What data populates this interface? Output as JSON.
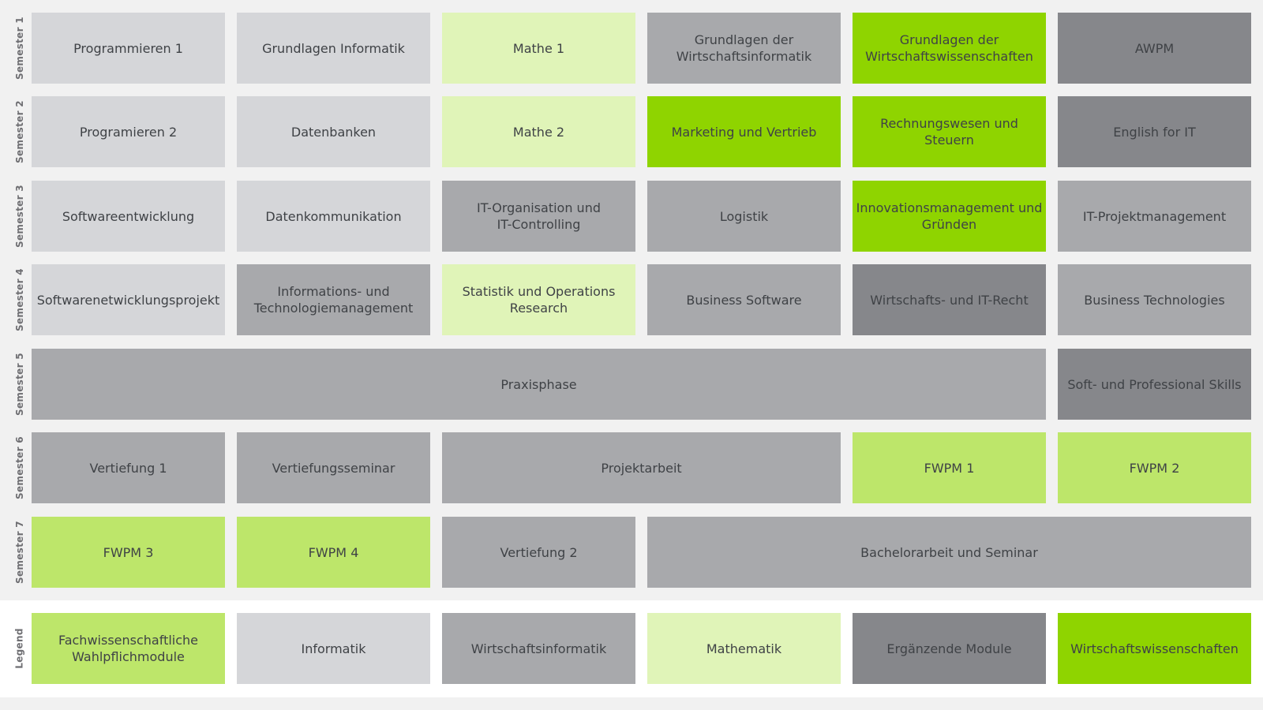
{
  "colors": {
    "fwpm": "#bde66a",
    "informatik": "#d5d6d9",
    "wirtschaftsinformatik": "#a8a9ac",
    "mathematik": "#e0f4b8",
    "ergaenzend": "#86878b",
    "wirtschaftswissenschaften": "#8fd400"
  },
  "rows": [
    {
      "label": "Semester 1",
      "cells": [
        {
          "text": "Programmieren 1",
          "cat": "informatik",
          "span": 1
        },
        {
          "text": "Grundlagen Informatik",
          "cat": "informatik",
          "span": 1
        },
        {
          "text": "Mathe 1",
          "cat": "mathematik",
          "span": 1
        },
        {
          "text": "Grundlagen der\nWirtschaftsinformatik",
          "cat": "wirtschaftsinformatik",
          "span": 1
        },
        {
          "text": "Grundlagen der\nWirtschaftswissenschaften",
          "cat": "wirtschaftswissenschaften",
          "span": 1
        },
        {
          "text": "AWPM",
          "cat": "ergaenzend",
          "span": 1
        }
      ]
    },
    {
      "label": "Semester 2",
      "cells": [
        {
          "text": "Programieren 2",
          "cat": "informatik",
          "span": 1
        },
        {
          "text": "Datenbanken",
          "cat": "informatik",
          "span": 1
        },
        {
          "text": "Mathe 2",
          "cat": "mathematik",
          "span": 1
        },
        {
          "text": "Marketing und Vertrieb",
          "cat": "wirtschaftswissenschaften",
          "span": 1
        },
        {
          "text": "Rechnungswesen und\nSteuern",
          "cat": "wirtschaftswissenschaften",
          "span": 1
        },
        {
          "text": "English for IT",
          "cat": "ergaenzend",
          "span": 1
        }
      ]
    },
    {
      "label": "Semester 3",
      "cells": [
        {
          "text": "Softwareentwicklung",
          "cat": "informatik",
          "span": 1
        },
        {
          "text": "Datenkommunikation",
          "cat": "informatik",
          "span": 1
        },
        {
          "text": "IT-Organisation und\nIT-Controlling",
          "cat": "wirtschaftsinformatik",
          "span": 1
        },
        {
          "text": "Logistik",
          "cat": "wirtschaftsinformatik",
          "span": 1
        },
        {
          "text": "Innovationsmanagement und\nGründen",
          "cat": "wirtschaftswissenschaften",
          "span": 1
        },
        {
          "text": "IT-Projektmanagement",
          "cat": "wirtschaftsinformatik",
          "span": 1
        }
      ]
    },
    {
      "label": "Semester 4",
      "cells": [
        {
          "text": "Softwarenetwicklungsprojekt",
          "cat": "informatik",
          "span": 1
        },
        {
          "text": "Informations- und\nTechnologiemanagement",
          "cat": "wirtschaftsinformatik",
          "span": 1
        },
        {
          "text": "Statistik und Operations\nResearch",
          "cat": "mathematik",
          "span": 1
        },
        {
          "text": "Business Software",
          "cat": "wirtschaftsinformatik",
          "span": 1
        },
        {
          "text": "Wirtschafts- und IT-Recht",
          "cat": "ergaenzend",
          "span": 1
        },
        {
          "text": "Business Technologies",
          "cat": "wirtschaftsinformatik",
          "span": 1
        }
      ]
    },
    {
      "label": "Semester 5",
      "cells": [
        {
          "text": "Praxisphase",
          "cat": "wirtschaftsinformatik",
          "span": 5
        },
        {
          "text": "Soft- und Professional Skills",
          "cat": "ergaenzend",
          "span": 1
        }
      ]
    },
    {
      "label": "Semester 6",
      "cells": [
        {
          "text": "Vertiefung 1",
          "cat": "wirtschaftsinformatik",
          "span": 1
        },
        {
          "text": "Vertiefungsseminar",
          "cat": "wirtschaftsinformatik",
          "span": 1
        },
        {
          "text": "Projektarbeit",
          "cat": "wirtschaftsinformatik",
          "span": 2
        },
        {
          "text": "FWPM 1",
          "cat": "fwpm",
          "span": 1
        },
        {
          "text": "FWPM 2",
          "cat": "fwpm",
          "span": 1
        }
      ]
    },
    {
      "label": "Semester 7",
      "cells": [
        {
          "text": "FWPM 3",
          "cat": "fwpm",
          "span": 1
        },
        {
          "text": "FWPM 4",
          "cat": "fwpm",
          "span": 1
        },
        {
          "text": "Vertiefung 2",
          "cat": "wirtschaftsinformatik",
          "span": 1
        },
        {
          "text": "Bachelorarbeit und Seminar",
          "cat": "wirtschaftsinformatik",
          "span": 3
        }
      ]
    }
  ],
  "legend": {
    "label": "Legend",
    "cells": [
      {
        "text": "Fachwissenschaftliche\nWahlpflichmodule",
        "cat": "fwpm",
        "span": 1
      },
      {
        "text": "Informatik",
        "cat": "informatik",
        "span": 1
      },
      {
        "text": "Wirtschaftsinformatik",
        "cat": "wirtschaftsinformatik",
        "span": 1
      },
      {
        "text": "Mathematik",
        "cat": "mathematik",
        "span": 1
      },
      {
        "text": "Ergänzende Module",
        "cat": "ergaenzend",
        "span": 1
      },
      {
        "text": "Wirtschaftswissenschaften",
        "cat": "wirtschaftswissenschaften",
        "span": 1
      }
    ]
  }
}
